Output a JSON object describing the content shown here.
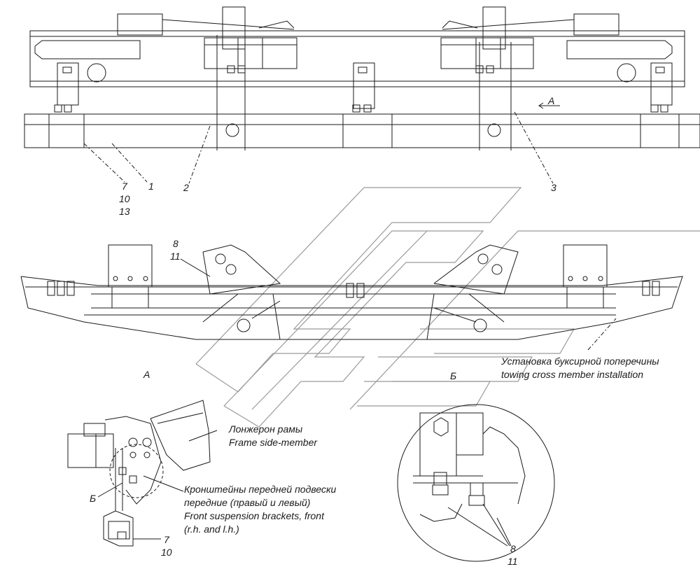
{
  "callouts": {
    "top": {
      "c7": "7",
      "c10": "10",
      "c13": "13",
      "c1": "1",
      "c2": "2",
      "c3": "3",
      "arrow_a": "A"
    },
    "middle": {
      "c8": "8",
      "c11": "11",
      "view_a": "A",
      "view_b": "Б"
    },
    "bottom_left": {
      "b": "Б",
      "c7": "7",
      "c10": "10"
    },
    "bottom_right": {
      "c8": "8",
      "c11": "11"
    }
  },
  "annotations": {
    "towing_ru": "Установка буксирной поперечины",
    "towing_en": "towing cross member installation",
    "frame_ru": "Лонжерон рамы",
    "frame_en": "Frame side-member",
    "brackets_ru_1": "Кронштейны передней подвески",
    "brackets_ru_2": "передние (правый и левый)",
    "brackets_en_1": "Front suspension brackets, front",
    "brackets_en_2": "(r.h. and l.h.)"
  },
  "colors": {
    "ink": "#1a1a1a",
    "watermark": "#9a9a9a",
    "paper": "#ffffff"
  }
}
